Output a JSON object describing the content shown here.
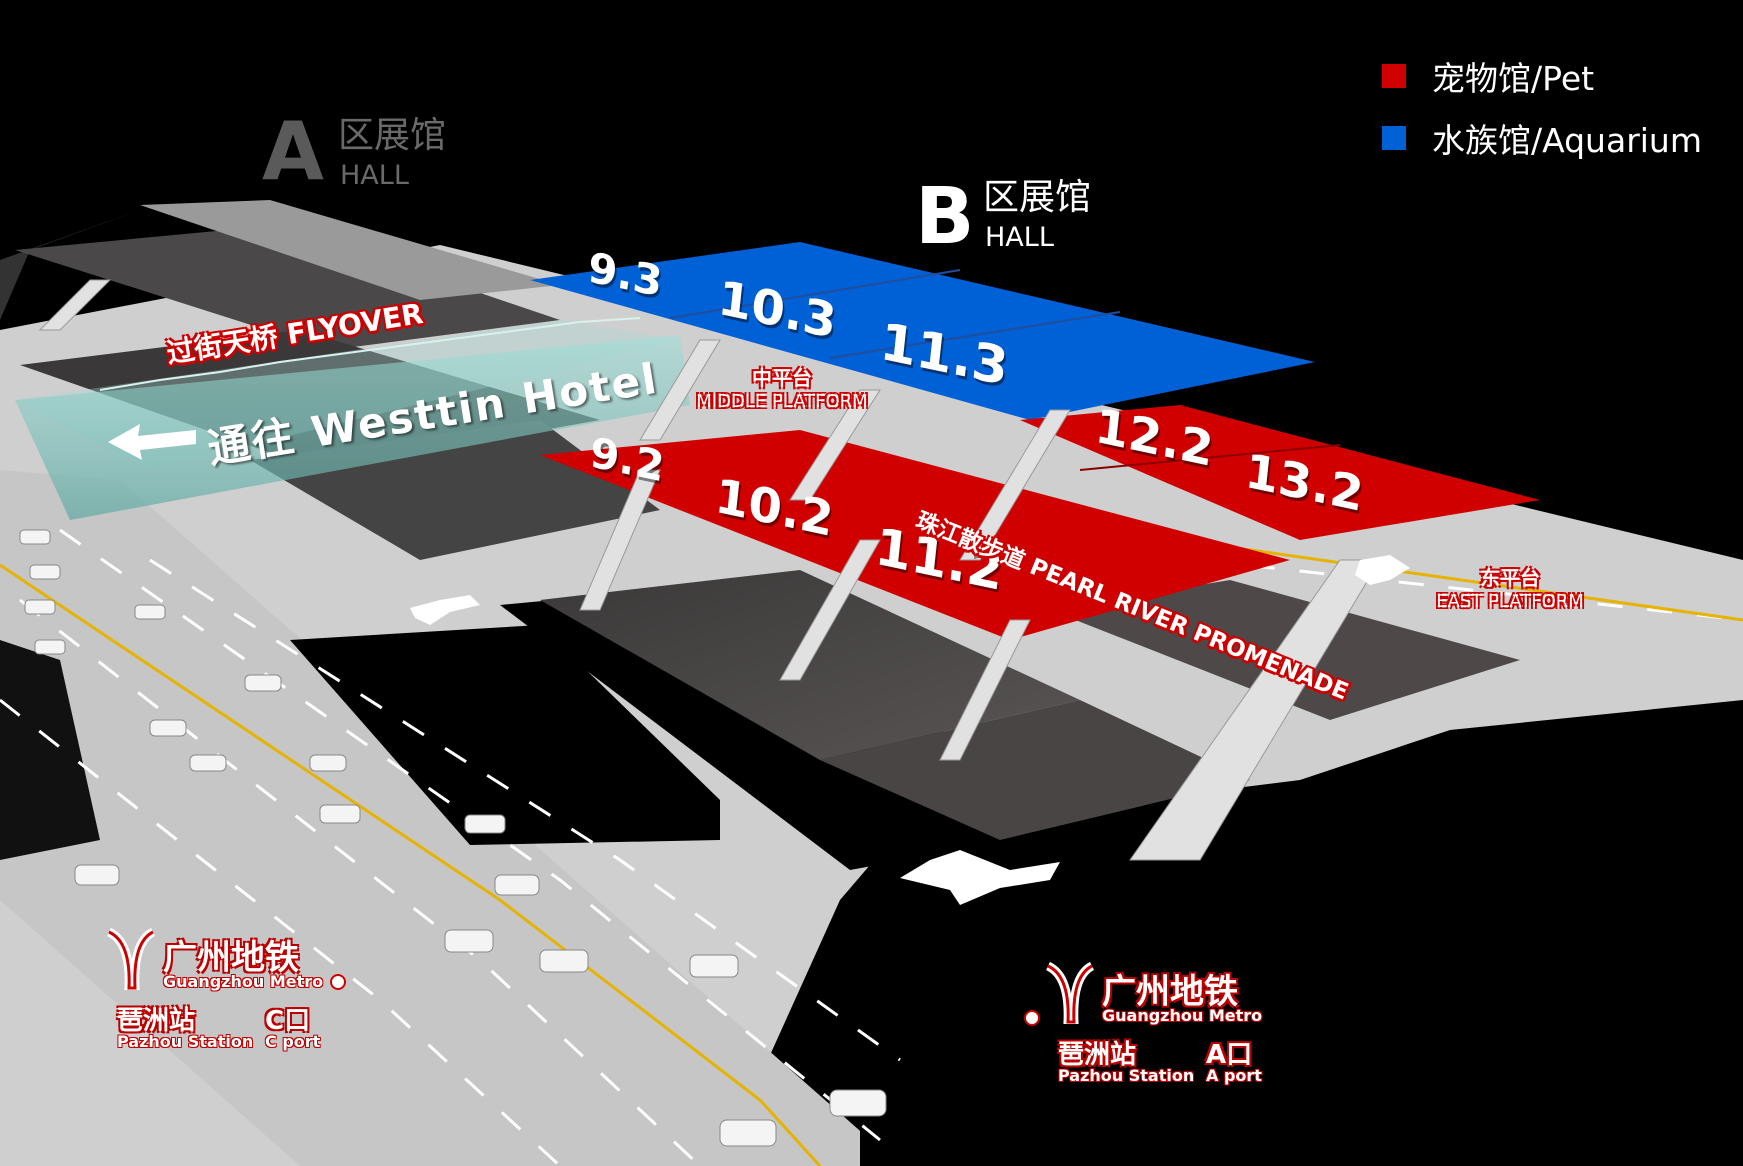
{
  "legend": {
    "items": [
      {
        "label": "宠物馆/Pet",
        "color": "#d10000"
      },
      {
        "label": "水族馆/Aquarium",
        "color": "#0060d6"
      }
    ]
  },
  "hall_a": {
    "letter": "A",
    "cn": "区展馆",
    "en": "HALL"
  },
  "hall_b": {
    "letter": "B",
    "cn": "区展馆",
    "en": "HALL"
  },
  "aquarium_zones": [
    "9.3",
    "10.3",
    "11.3"
  ],
  "pet_zones": [
    "9.2",
    "10.2",
    "11.2",
    "12.2",
    "13.2"
  ],
  "labels": {
    "flyover": "过街天桥 FLYOVER",
    "hotel": "通往 Westtin Hotel",
    "middle_platform_cn": "中平台",
    "middle_platform_en": "MIDDLE PLATFORM",
    "promenade": "珠江散步道 PEARL RIVER PROMENADE",
    "east_platform_cn": "东平台",
    "east_platform_en": "EAST PLATFORM"
  },
  "metro": [
    {
      "brand_cn": "广州地铁",
      "brand_en": "Guangzhou Metro",
      "station_cn": "琶洲站",
      "station_en": "Pazhou Station",
      "exit_cn": "C口",
      "exit_en": "C port"
    },
    {
      "brand_cn": "广州地铁",
      "brand_en": "Guangzhou Metro",
      "station_cn": "琶洲站",
      "station_en": "Pazhou Station",
      "exit_cn": "A口",
      "exit_en": "A port"
    }
  ],
  "icons": [
    "metro-logo-icon",
    "arrow-left-icon",
    "two-way-arrow-icon"
  ]
}
